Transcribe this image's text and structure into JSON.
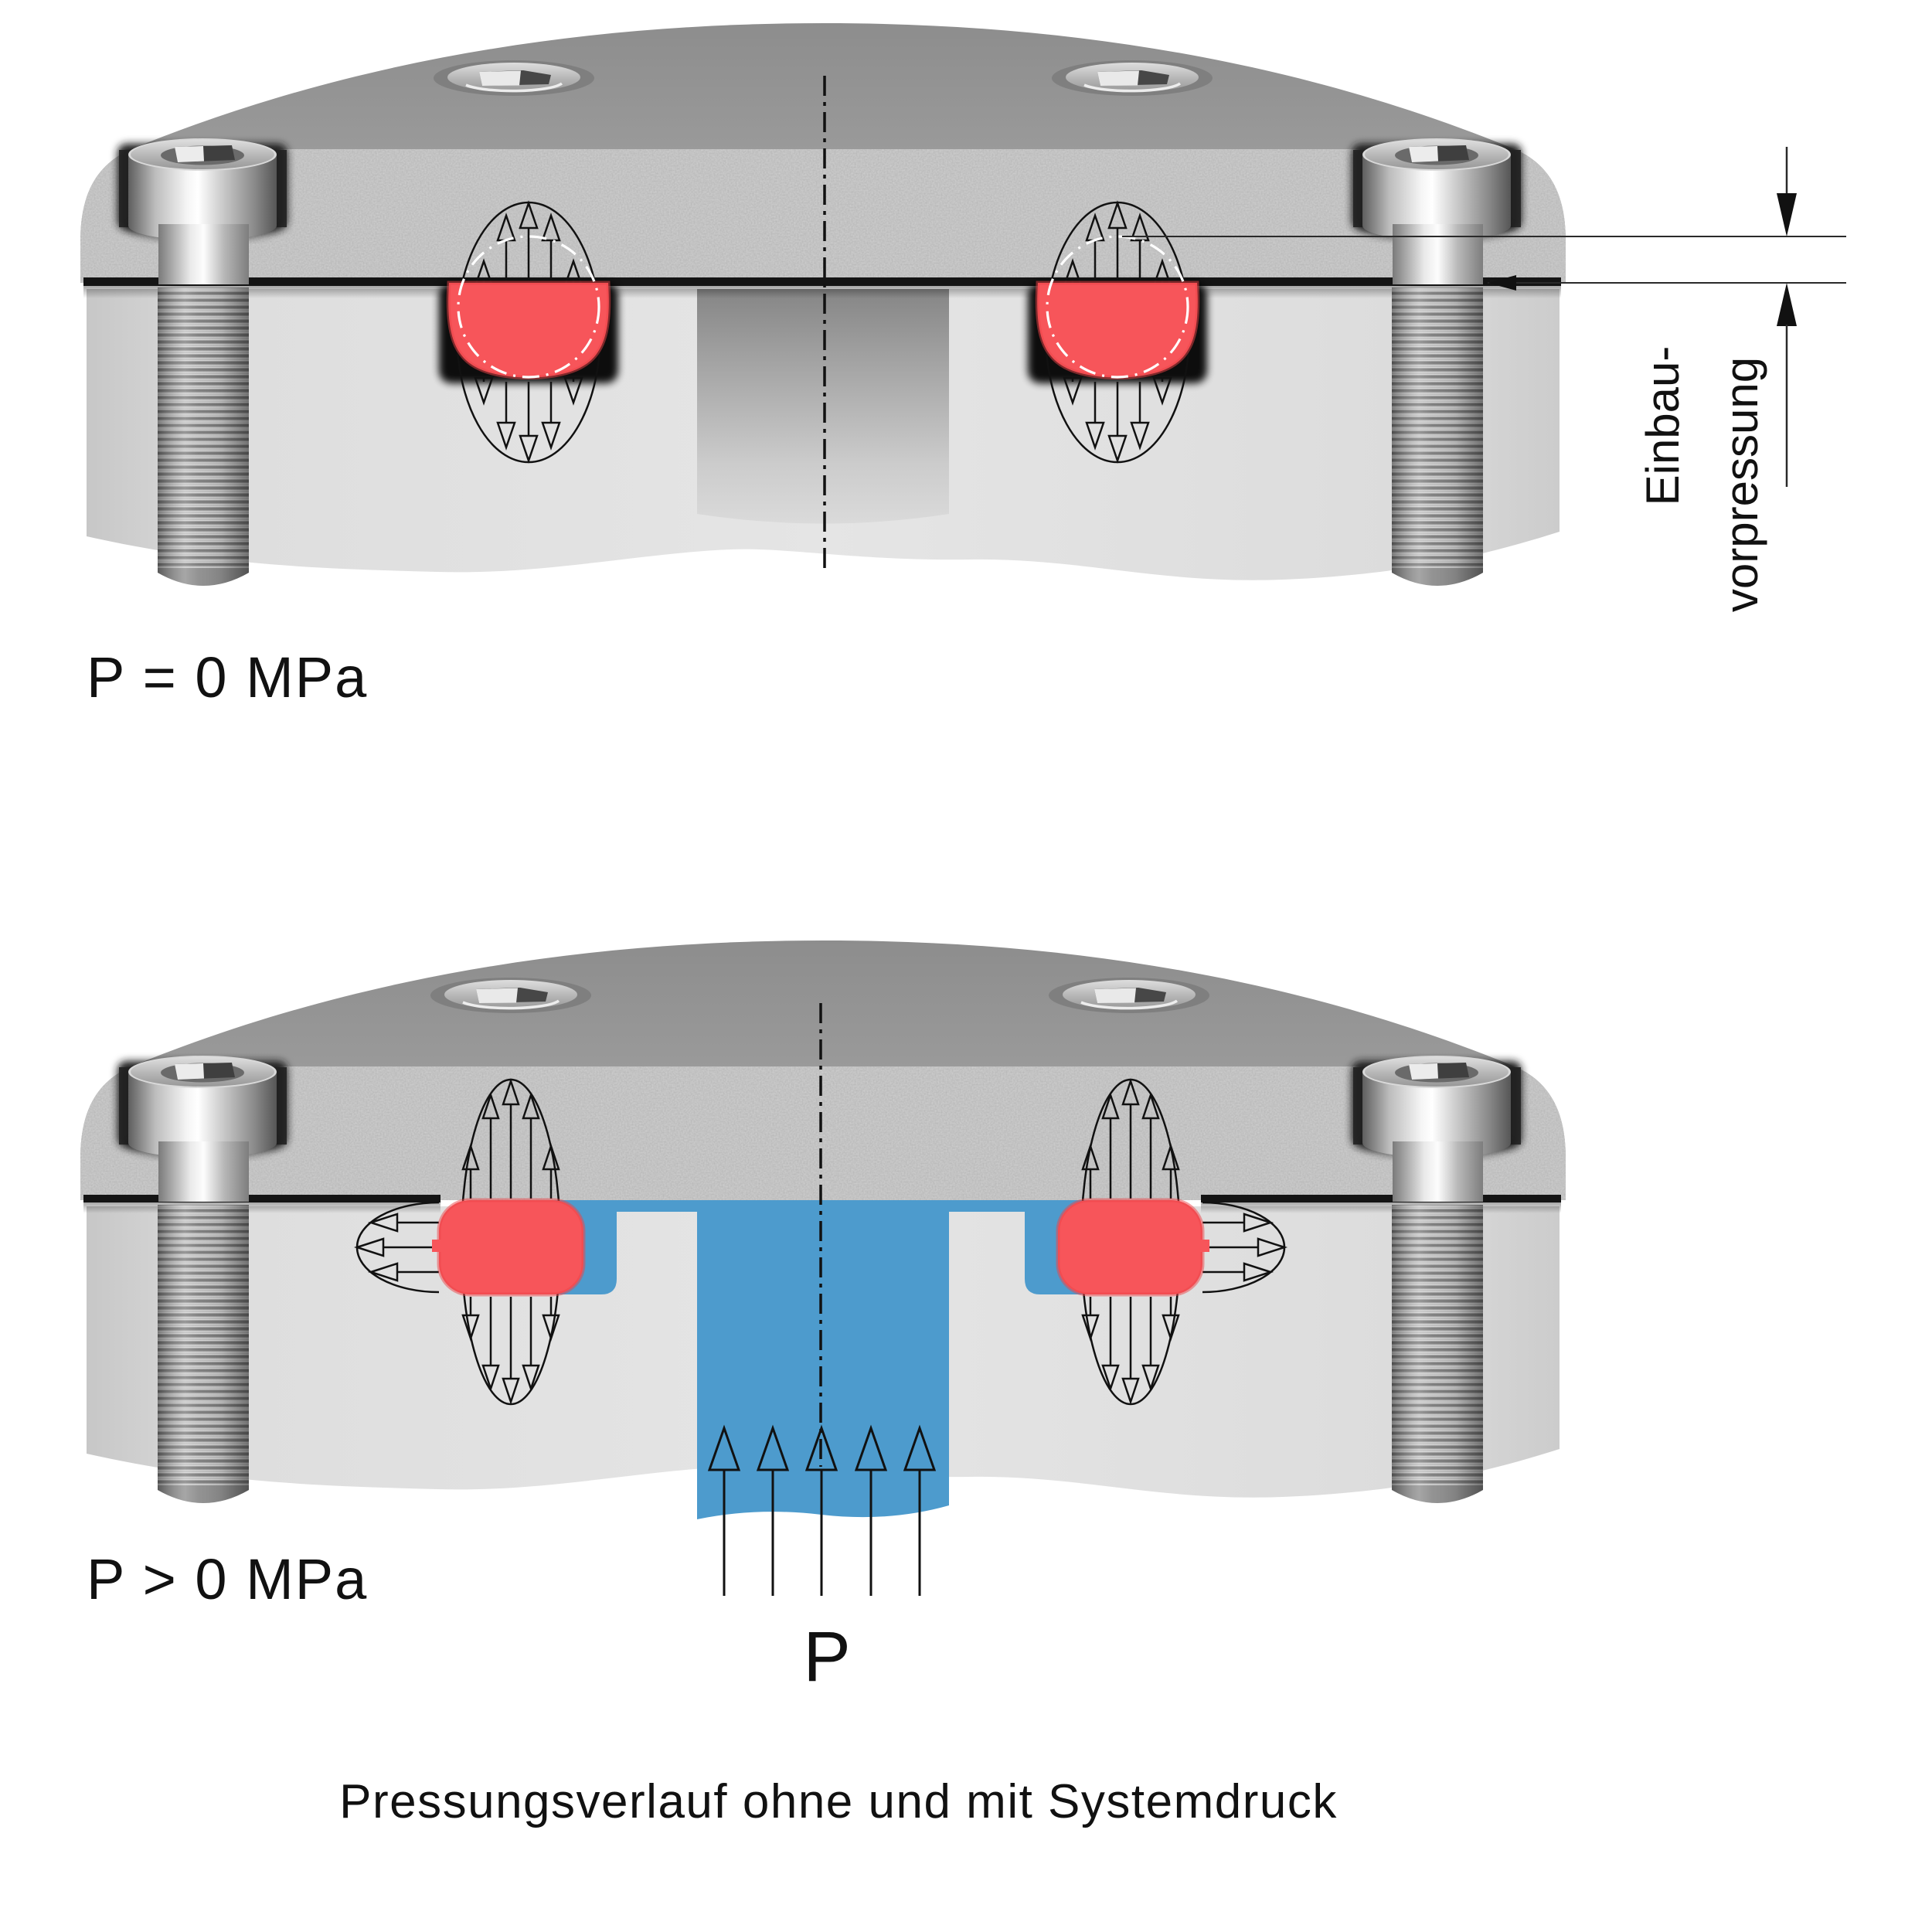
{
  "diagrams": {
    "top": {
      "state_label": "P = 0 MPa"
    },
    "bottom": {
      "state_label": "P > 0 MPa",
      "inlet_pressure_label": "P"
    }
  },
  "dimension": {
    "label_line1": "Einbau-",
    "label_line2": "vorpressung"
  },
  "caption": "Pressungsverlauf ohne und mit Systemdruck",
  "colors": {
    "seal_red": "#F7555A",
    "seal_red_deep": "#EE4348",
    "fluid_blue": "#4D9BCD",
    "line_black": "#111111",
    "plate_front_gray": "#B4B4B4",
    "bottom_plate_gray": "#DFDFDF"
  }
}
